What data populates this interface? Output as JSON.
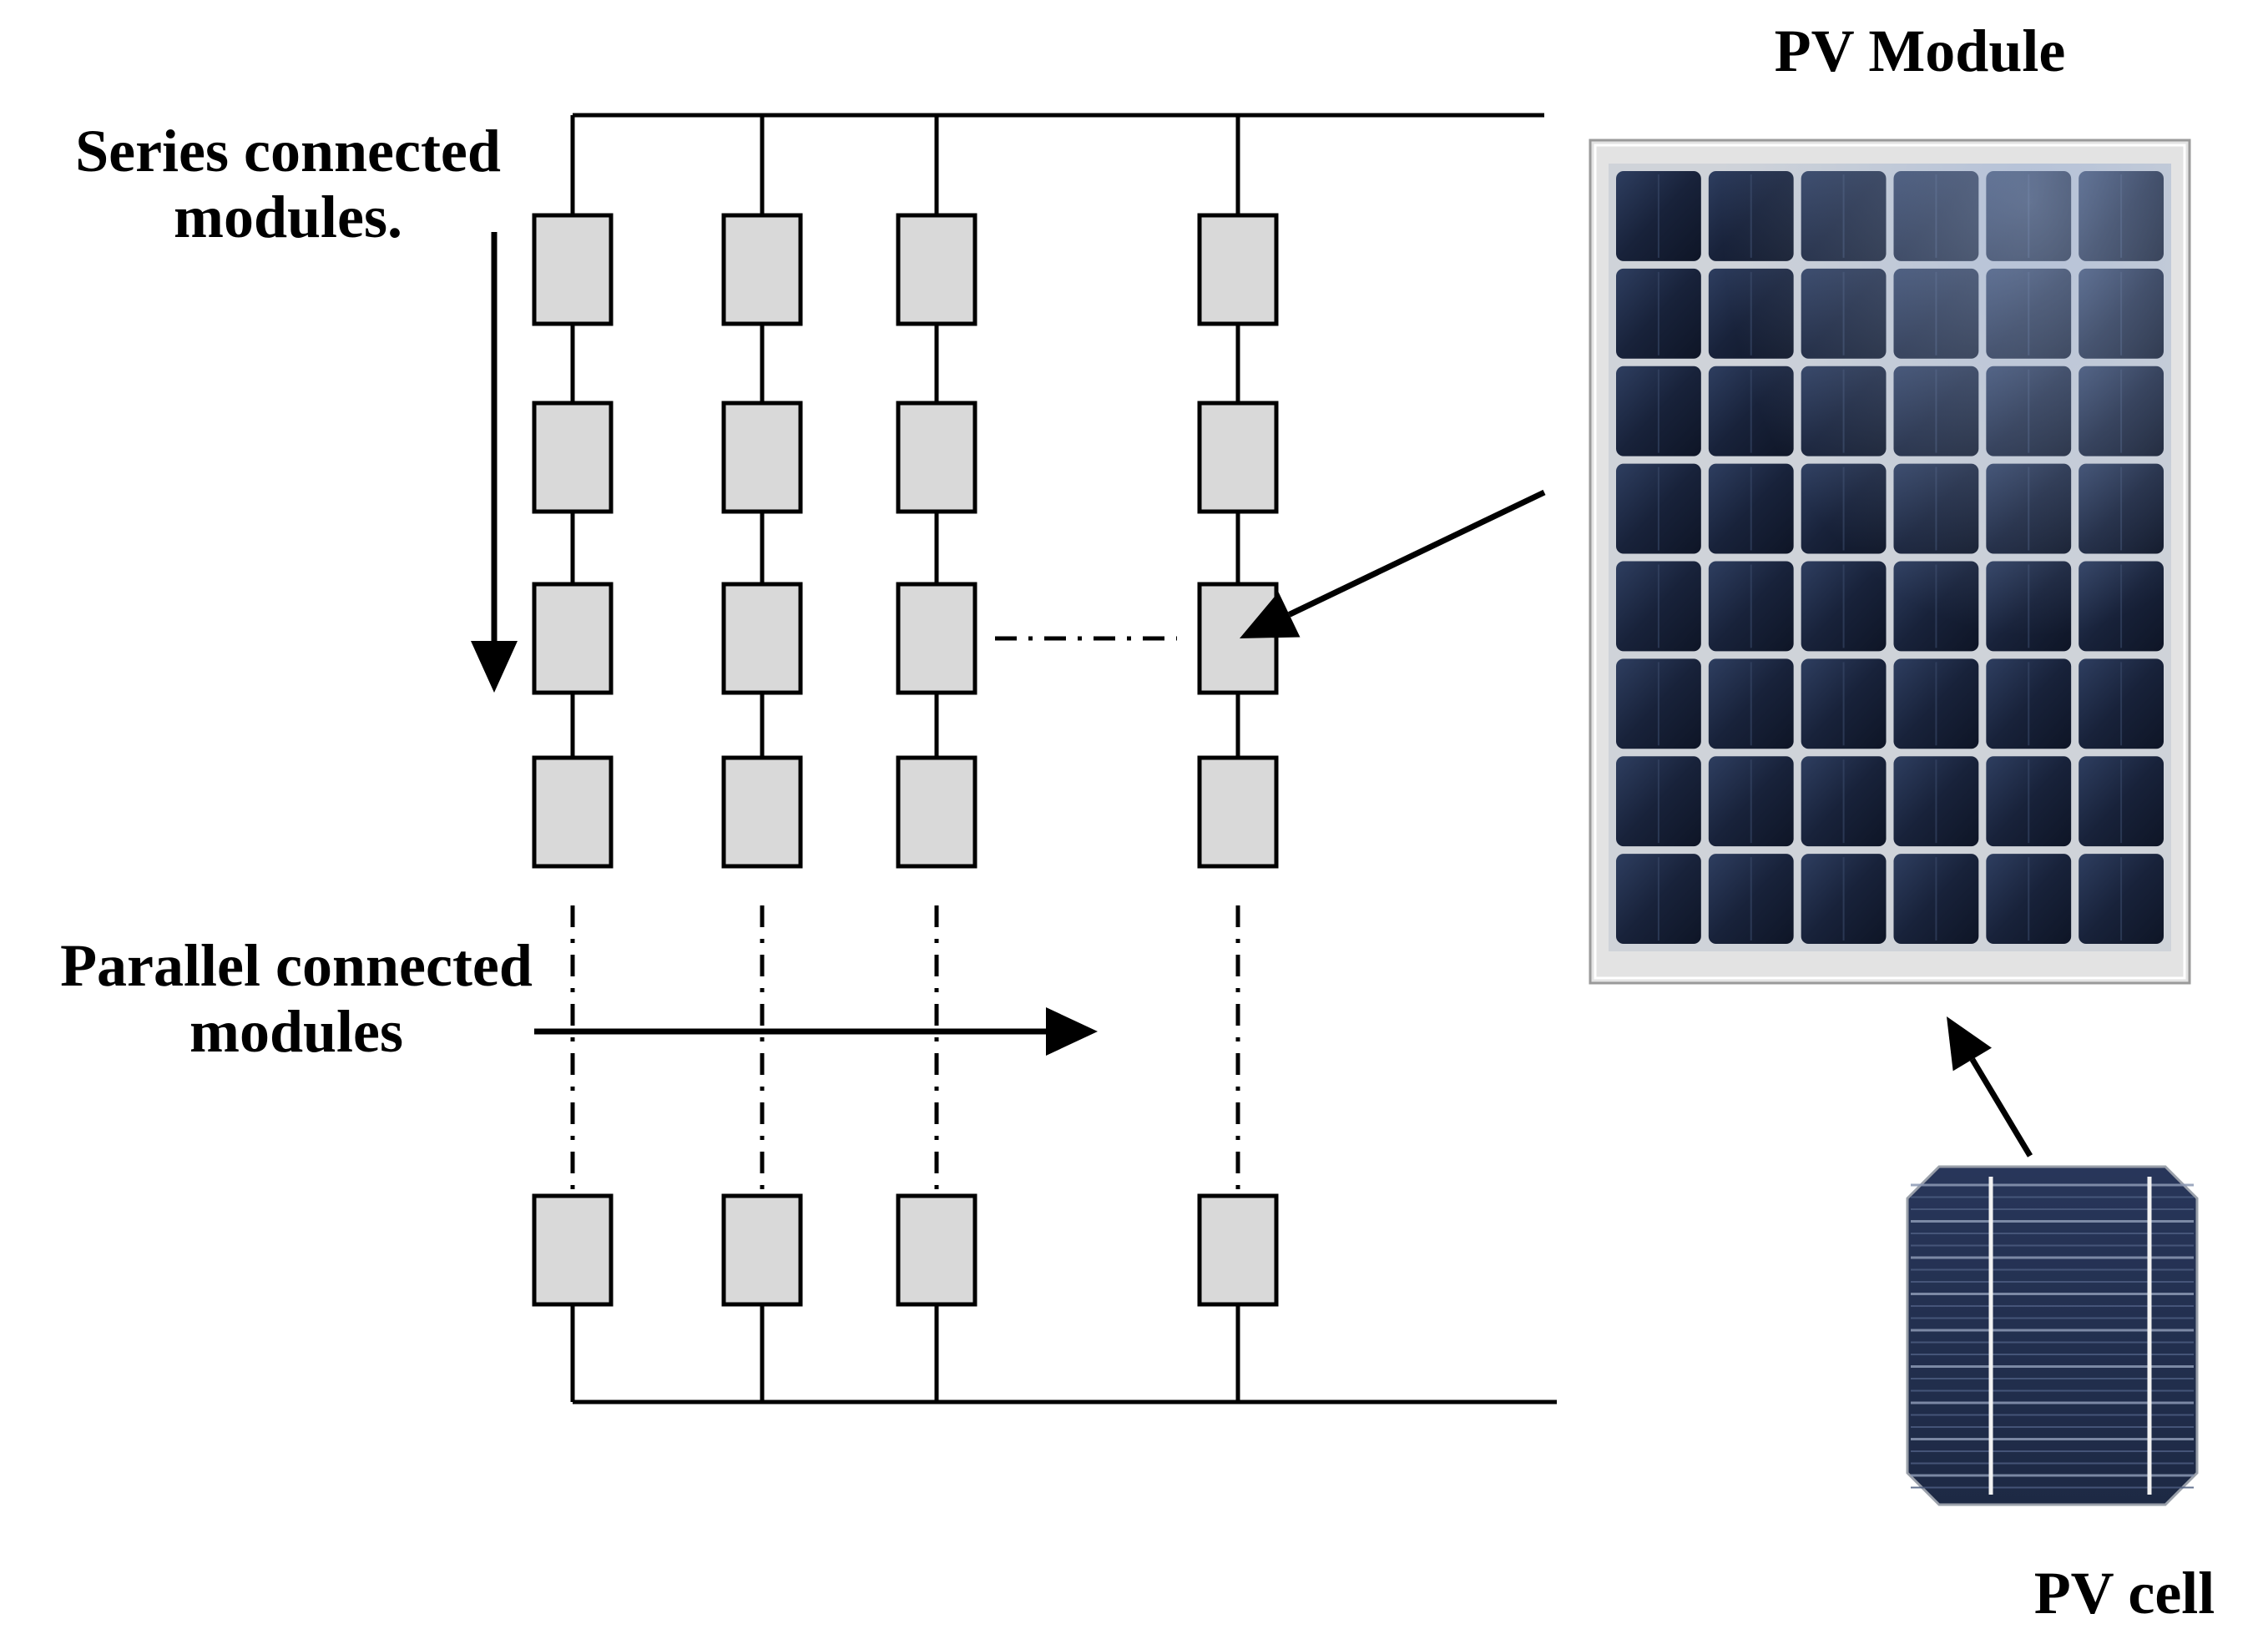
{
  "labels": {
    "series_line1": "Series connected",
    "series_line2": "modules.",
    "parallel_line1": "Parallel connected",
    "parallel_line2": "modules",
    "pv_module": "PV Module",
    "pv_cell": "PV cell"
  },
  "colors": {
    "module_fill": "#d9d9d9",
    "module_stroke": "#000000",
    "wire": "#000000",
    "panel_frame": "#e3e3e3",
    "panel_cell": "#1a2438",
    "cell_face": "#243253",
    "busbar": "#f2f2f2"
  },
  "array": {
    "strings": 4,
    "visible_modules_per_string": 5
  },
  "panel": {
    "rows": 8,
    "cols": 6
  }
}
